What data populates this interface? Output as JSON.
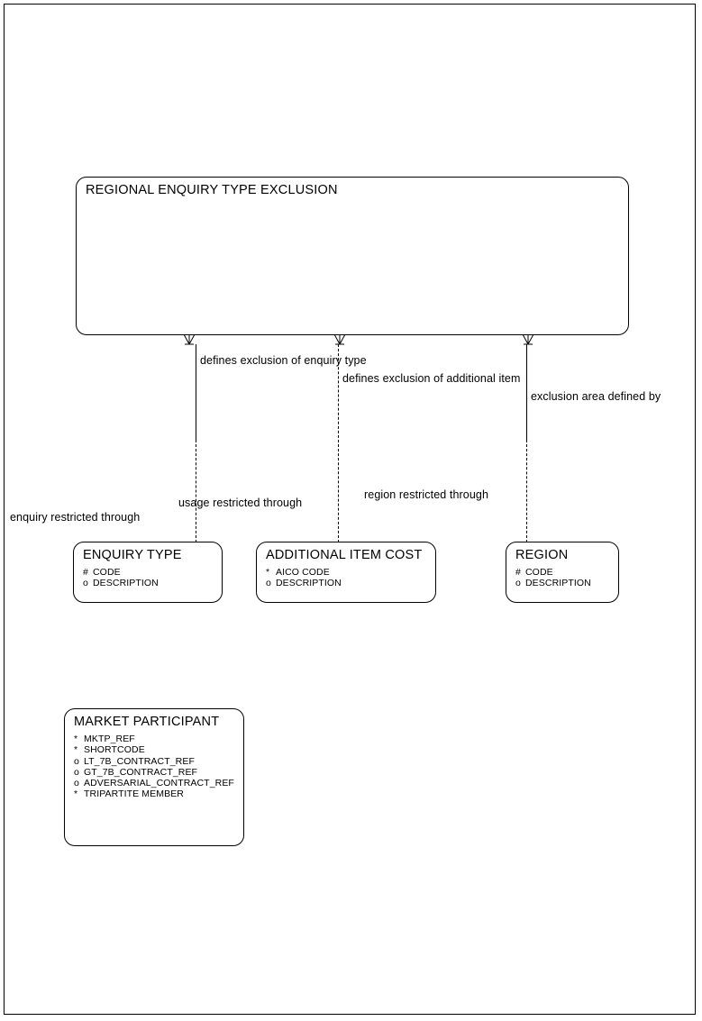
{
  "diagram": {
    "title": "REGIONAL ENQUIRY TYPE EXCLUSION entity relationship diagram",
    "parent_entity": {
      "name": "REGIONAL ENQUIRY TYPE EXCLUSION",
      "attributes": []
    },
    "entities": [
      {
        "name": "ENQUIRY TYPE",
        "attributes": [
          {
            "marker": "#",
            "label": "CODE"
          },
          {
            "marker": "o",
            "label": "DESCRIPTION"
          }
        ]
      },
      {
        "name": "ADDITIONAL ITEM COST",
        "attributes": [
          {
            "marker": "*",
            "label": "AICO CODE"
          },
          {
            "marker": "o",
            "label": "DESCRIPTION"
          }
        ]
      },
      {
        "name": "REGION",
        "attributes": [
          {
            "marker": "#",
            "label": "CODE"
          },
          {
            "marker": "o",
            "label": "DESCRIPTION"
          }
        ]
      },
      {
        "name": "MARKET PARTICIPANT",
        "attributes": [
          {
            "marker": "*",
            "label": "MKTP_REF"
          },
          {
            "marker": "*",
            "label": "SHORTCODE"
          },
          {
            "marker": "o",
            "label": "LT_7B_CONTRACT_REF"
          },
          {
            "marker": "o",
            "label": "GT_7B_CONTRACT_REF"
          },
          {
            "marker": "o",
            "label": "ADVERSARIAL_CONTRACT_REF"
          },
          {
            "marker": "*",
            "label": "TRIPARTITE MEMBER"
          }
        ]
      }
    ],
    "relationships": [
      {
        "top_label": "defines exclusion of enquiry type",
        "bottom_label": "enquiry restricted through"
      },
      {
        "top_label": "defines exclusion of additional item",
        "bottom_label": "usage restricted through"
      },
      {
        "top_label": "exclusion area defined by",
        "bottom_label": "region restricted through"
      }
    ],
    "colors": {
      "line": "#000000",
      "text": "#000000",
      "background": "#ffffff"
    }
  }
}
